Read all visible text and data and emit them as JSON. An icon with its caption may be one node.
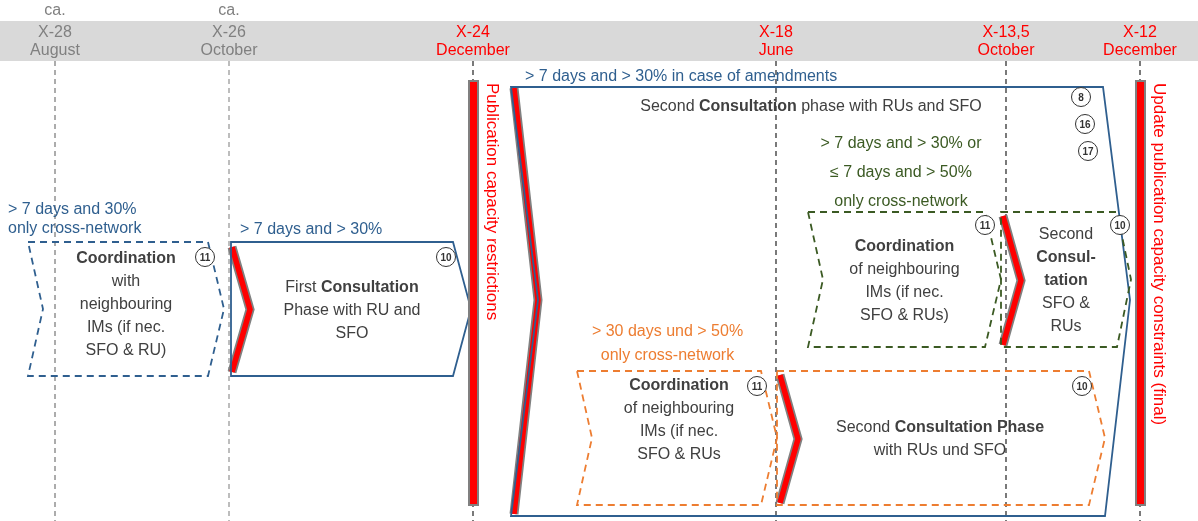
{
  "diagram": {
    "nodes": [
      {
        "text": [
          "**Coordination** with neighbouring IMs (if nec. SFO & RU)"
        ],
        "beside": [
          "> 7 days and 30% only cross-network"
        ]
      },
      {
        "text": [
          "First **Consultation** Phase with RU and SFO"
        ],
        "beside": [
          "> 7 days and > 30%"
        ]
      },
      {
        "text": [
          "Publication capacity restrictions"
        ]
      },
      {
        "text": [
          "Second **Consultation** phase with RUs and SFO"
        ],
        "beside": [
          "> 7 days and > 30% in case of amendments"
        ]
      },
      {
        "text": [
          "**Coordination** of neighbouring IMs (if nec. SFO & RUs)"
        ],
        "beside": [
          "> 7 days and > 30% or ≤ 7 days and > 50% only cross-network"
        ],
        "in": 3
      },
      {
        "text": [
          "Second **Consul-tation** SFO & RUs"
        ],
        "in": 3
      },
      {
        "text": [
          "**Coordination** of neighbouring IMs (if nec. SFO & RUs"
        ],
        "beside": [
          "> 30 days und > 50% only cross-network"
        ],
        "in": 3
      },
      {
        "text": [
          "Second **Consultation Phase** with RUs und SFO"
        ],
        "in": 3
      },
      {
        "text": [
          "Update publication capacity constraints (final)"
        ]
      }
    ],
    "labels": [
      "ca.",
      "X-28",
      "August",
      "ca.",
      "X-26",
      "October",
      "X-24",
      "December",
      "X-18",
      "June",
      "X-13,5",
      "October",
      "X-12",
      "December",
      "11",
      "10",
      "8",
      "16",
      "17",
      "11",
      "10",
      "11",
      "10"
    ]
  }
}
